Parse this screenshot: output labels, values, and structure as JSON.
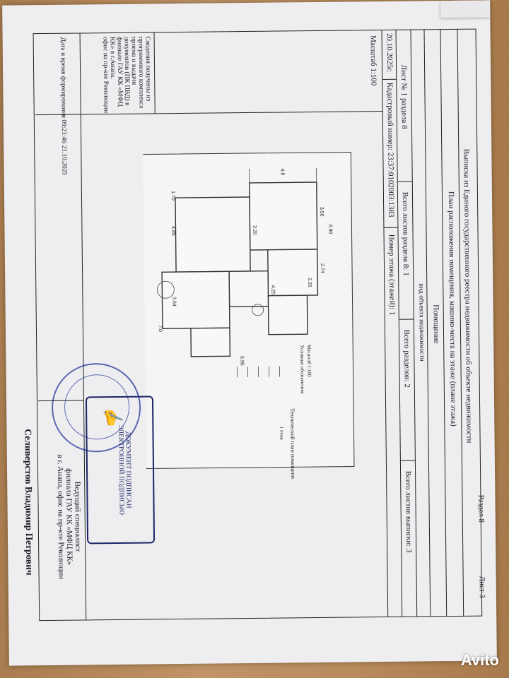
{
  "document": {
    "section_label": "Раздел 8",
    "sheet_label": "Лист 3",
    "title": "Выписка из Единого государственного реестра недвижимости об объекте недвижимости",
    "subtitle": "План расположения помещения, машино-места на этаже (плане этажа)",
    "object_type": "Помещение",
    "object_type_caption": "вид объекта недвижимости",
    "sheet_no": "Лист № 1 раздела 8",
    "sheets_in_section": "Всего листов раздела 8: 1",
    "sections_total": "Всего разделов: 2",
    "sheets_total": "Всего листов выписки: 3",
    "date": "20.10.2025г.",
    "cadastral_number": "Кадастровый номер: 23:37:0102003:1383",
    "floor_number": "Номер этажа (этажей): 1",
    "scale": "Масштаб 1:100",
    "info_note_lines": [
      "Сведения получены из программного комплекса",
      "приема и выдачи документов (ПК ПВД) в",
      "филиале ГАУ КК «МФЦ КК» в г.Анапа,",
      "офис на пр-кте Революции"
    ],
    "generated_at_lines": [
      "Дата и время формирования 09:21:46 21.10.2025"
    ],
    "signer_position_lines": [
      "Ведущий специалист",
      "филиала ГАУ КК «МФЦ КК»",
      "в г. Анапа, офис на пр-кте Революции"
    ],
    "signer_name": "Селиверстов Владимир Петрович",
    "stamp_lines": [
      "ДОКУМЕНТ ПОДПИСАН",
      "ЭЛЕКТРОННОЙ ПОДПИСЬЮ"
    ]
  },
  "plan": {
    "header": "Технический план помещения",
    "floor": "1 этаж",
    "scale": "Масштаб 1:100",
    "legend_title": "Условные обозначения:",
    "dimensions": [
      "6.90",
      "3.50",
      "2.74",
      "3.20",
      "4.25",
      "4.85",
      "3.64",
      "7.0",
      "2.26",
      "6.95",
      "4.8",
      "1.70"
    ]
  },
  "watermark": "Avito"
}
